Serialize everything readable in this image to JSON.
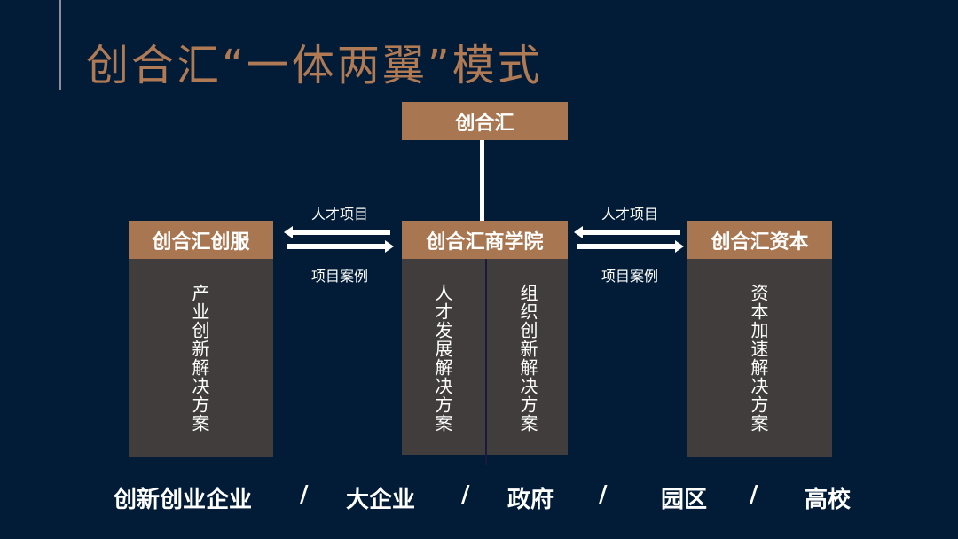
{
  "title": "创合汇“一体两翼”模式",
  "top_box": "创合汇",
  "left": {
    "header": "创合汇创服",
    "body": "产业创新解决方案"
  },
  "center": {
    "header": "创合汇商学院",
    "body_left": "人才发展解决方案",
    "body_right": "组织创新解决方案"
  },
  "right": {
    "header": "创合汇资本",
    "body": "资本加速解决方案"
  },
  "arrows": {
    "top_label": "人才项目",
    "bottom_label": "项目案例"
  },
  "audiences": [
    "创新创业企业",
    "/",
    "大企业",
    "/",
    "政府",
    "/",
    "园区",
    "/",
    "高校"
  ],
  "colors": {
    "background": "#021b36",
    "accent": "#a87651",
    "panel": "#403d3c"
  }
}
